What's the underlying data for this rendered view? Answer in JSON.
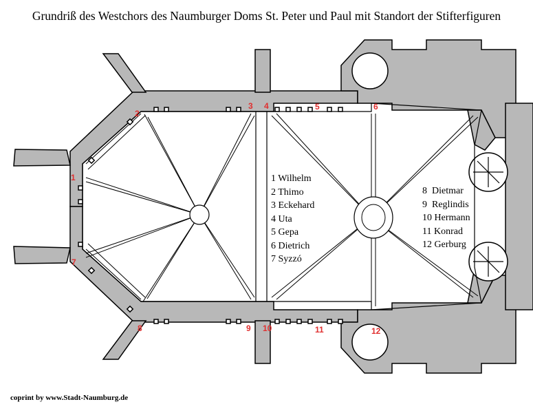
{
  "title": "Grundriß des Westchors des Naumburger Doms St. Peter und Paul mit Standort der Stifterfiguren",
  "legend_left": [
    "1 Wilhelm",
    "2 Thimo",
    "3 Eckehard",
    "4 Uta",
    "5 Gepa",
    "6 Dietrich",
    "7 Syzzó"
  ],
  "legend_right": [
    "8  Dietmar",
    "9  Reglindis",
    "10 Hermann",
    "11 Konrad",
    "12 Gerburg"
  ],
  "markers": [
    "1",
    "2",
    "3",
    "4",
    "5",
    "6",
    "7",
    "8",
    "9",
    "10",
    "11",
    "12"
  ],
  "copyright": "coprint by www.Stadt-Naumburg.de",
  "colors": {
    "wall": "#b8b8b8",
    "outline": "#000000",
    "marker": "#e03030",
    "background": "#ffffff"
  }
}
